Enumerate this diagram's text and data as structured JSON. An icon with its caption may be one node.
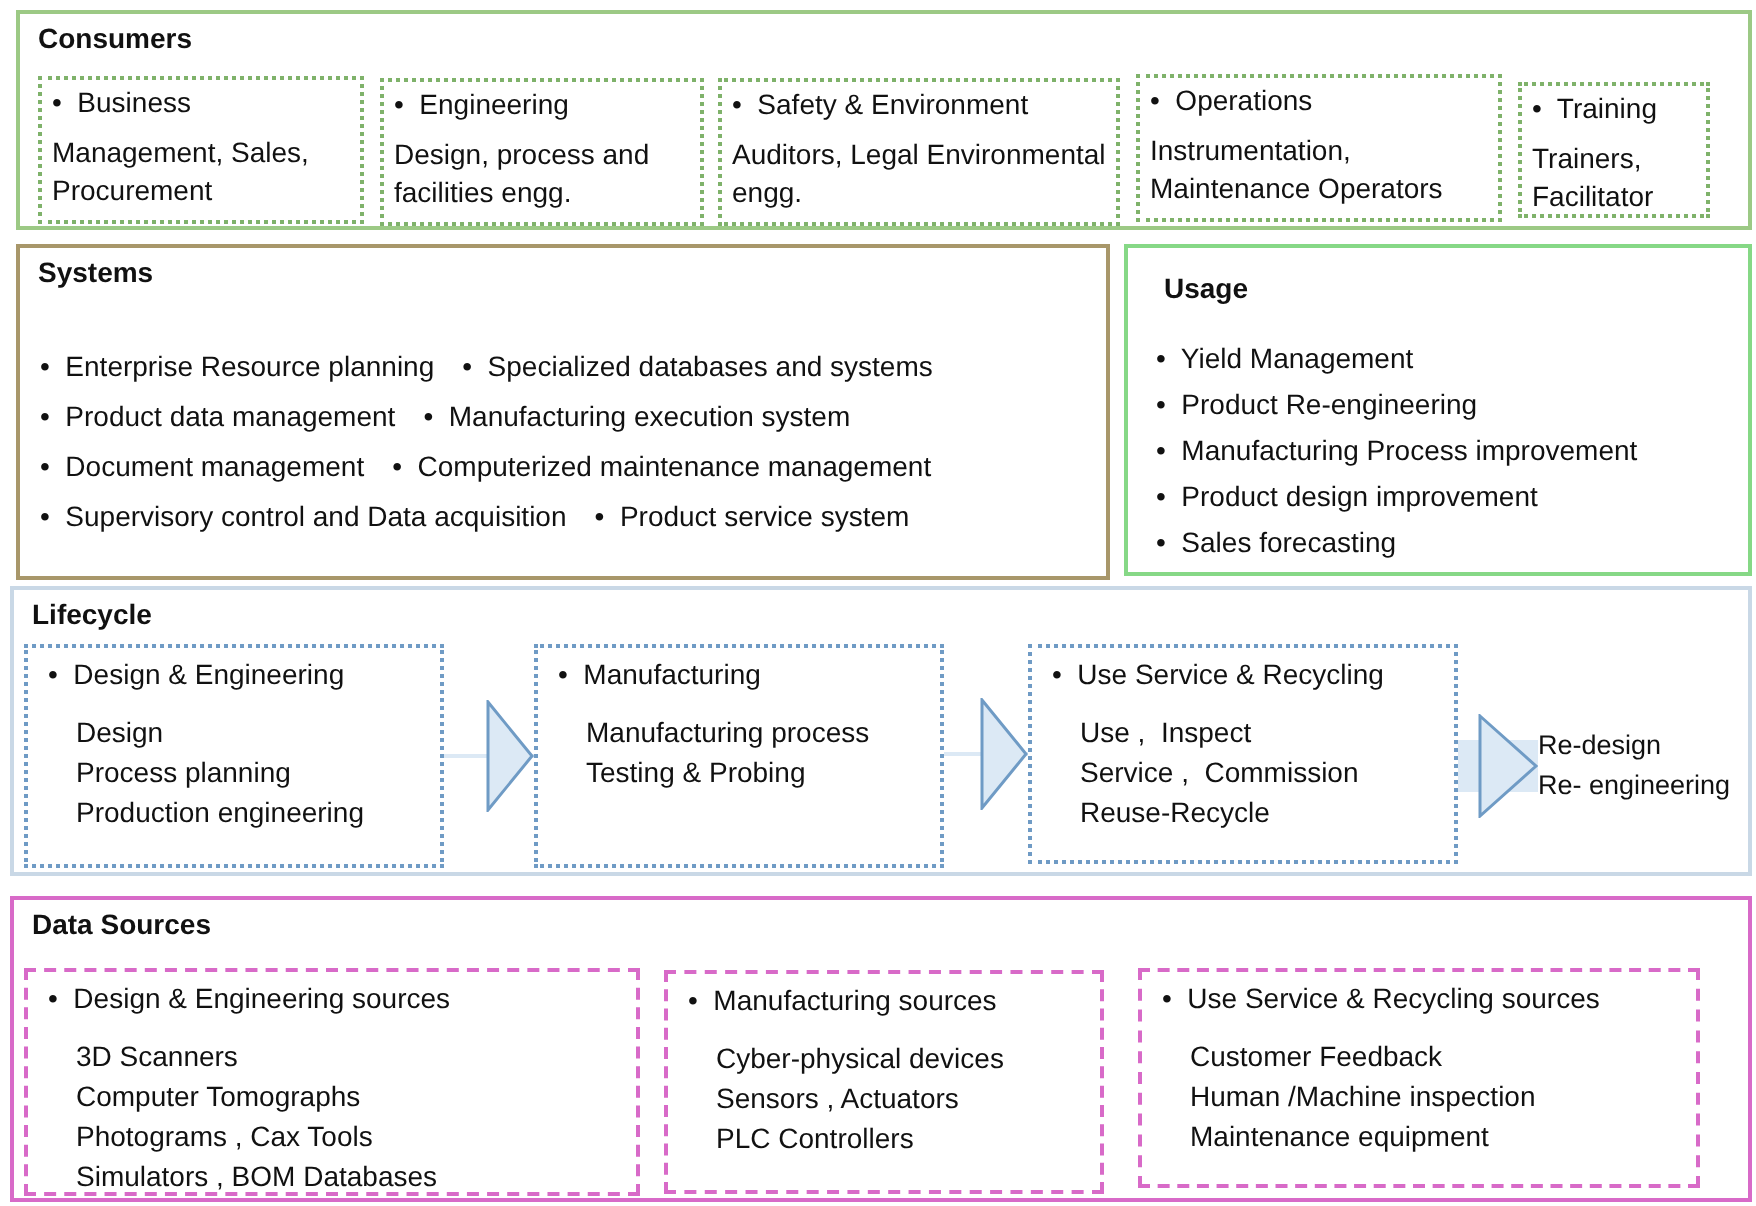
{
  "diagram": {
    "nodes": [
      {
        "text": [
          "Consumers"
        ]
      },
      {
        "text": [
          "•  Business",
          "Management, Sales, Procurement"
        ],
        "in": 0
      },
      {
        "text": [
          "•  Engineering",
          "Design, process and facilities engg."
        ],
        "in": 0
      },
      {
        "text": [
          "•  Safety & Environment",
          "Auditors, Legal Environmental engg."
        ],
        "in": 0
      },
      {
        "text": [
          "•  Operations",
          "Instrumentation, Maintenance Operators"
        ],
        "in": 0
      },
      {
        "text": [
          "•  Training",
          "Trainers, Facilitator"
        ],
        "in": 0
      },
      {
        "text": [
          "Systems",
          "•  Enterprise Resource planning",
          "•  Specialized databases and systems",
          "•  Product data management",
          "•  Manufacturing execution system",
          "•  Document management",
          "•  Computerized maintenance management",
          "•  Supervisory control and Data acquisition",
          "•  Product service system"
        ]
      },
      {
        "text": [
          "Usage",
          "•  Yield Management",
          "•  Product Re-engineering",
          "•  Manufacturing Process improvement",
          "•  Product design improvement",
          "•  Sales forecasting"
        ]
      },
      {
        "text": [
          "Lifecycle"
        ]
      },
      {
        "text": [
          "•  Design & Engineering",
          "Design",
          "Process planning",
          "Production engineering"
        ],
        "in": 8
      },
      {
        "text": [
          "•  Manufacturing",
          "Manufacturing process",
          "Testing & Probing"
        ],
        "in": 8
      },
      {
        "text": [
          "•  Use Service & Recycling",
          "Use ,  Inspect",
          "Service ,  Commission",
          "Reuse-Recycle"
        ],
        "in": 8
      },
      {
        "text": [
          "Re-design",
          "Re- engineering"
        ],
        "in": 8
      },
      {
        "text": [
          "Data Sources"
        ]
      },
      {
        "text": [
          "•  Design & Engineering sources",
          "3D Scanners",
          "Computer Tomographs",
          "Photograms , Cax Tools",
          "Simulators , BOM Databases"
        ],
        "in": 13
      },
      {
        "text": [
          "•  Manufacturing sources",
          "Cyber-physical devices",
          "Sensors , Actuators",
          "PLC Controllers"
        ],
        "in": 13
      },
      {
        "text": [
          "•  Use Service & Recycling sources",
          "Customer Feedback",
          "Human /Machine inspection",
          "Maintenance equipment"
        ],
        "in": 13
      }
    ],
    "edges": [
      {
        "from": 9,
        "to": 10,
        "arrow": "to"
      },
      {
        "from": 10,
        "to": 11,
        "arrow": "to"
      },
      {
        "from": 11,
        "to": 12,
        "arrow": "to",
        "style": "thick"
      }
    ]
  }
}
